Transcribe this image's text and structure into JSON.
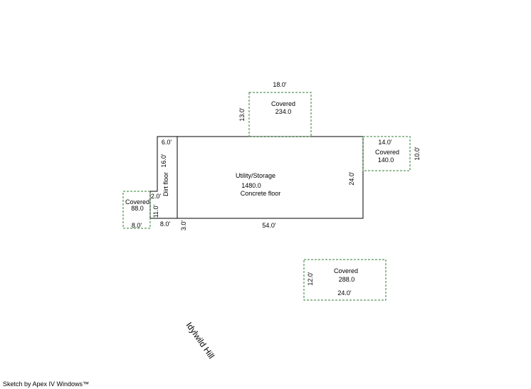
{
  "colors": {
    "main_outline": "#000000",
    "covered_outline": "#2e7d32"
  },
  "main_area": {
    "name": "Utility/Storage",
    "area": "1480.0",
    "floor": "Concrete floor",
    "width": "54.0'",
    "depth": "24.0'"
  },
  "dirt_floor": {
    "label": "Dirt floor",
    "top": "6.0'",
    "side": "16.0'",
    "jog": "2.0'",
    "lower_side": "11.0'",
    "bottom": "8.0'",
    "offset": "3.0'"
  },
  "covered_top": {
    "label": "Covered",
    "area": "234.0",
    "width": "18.0'",
    "depth": "13.0'"
  },
  "covered_right": {
    "label": "Covered",
    "area": "140.0",
    "width": "14.0'",
    "depth": "10.0'"
  },
  "covered_left": {
    "label": "Covered",
    "area": "88.0",
    "width": "8.0'"
  },
  "covered_bottom": {
    "label": "Covered",
    "area": "288.0",
    "width": "24.0'",
    "depth": "12.0'"
  },
  "road_label": "Idylwild Hill",
  "credit": "Sketch by Apex IV Windows™"
}
